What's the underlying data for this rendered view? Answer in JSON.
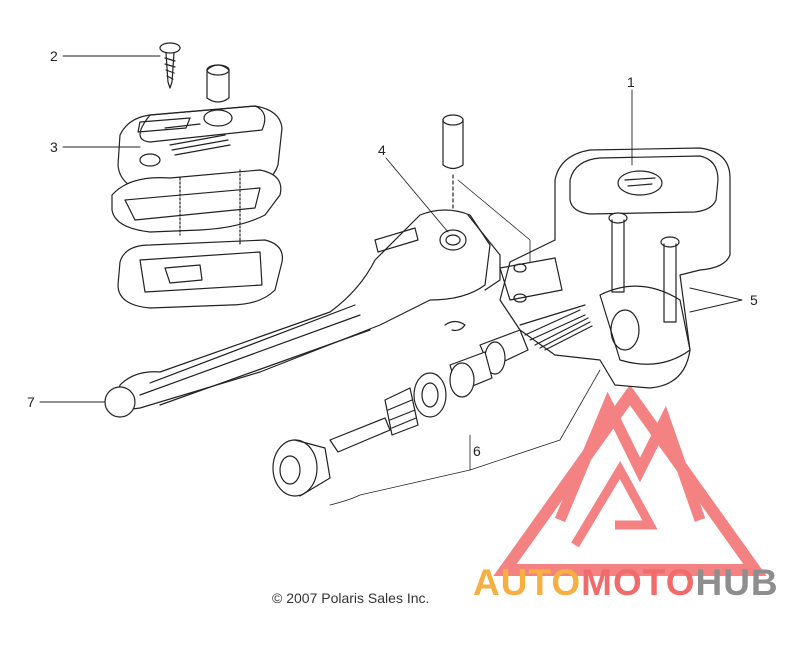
{
  "callouts": [
    "1",
    "2",
    "3",
    "4",
    "5",
    "6",
    "7"
  ],
  "copyright": "© 2007 Polaris Sales Inc.",
  "watermark": {
    "part1": "AUTO",
    "part2": "MOTO",
    "part3": "HUB",
    "colors": {
      "orange": "#f5b041",
      "red": "#f26b6b",
      "gray": "#8e8e8e",
      "triangle": "#f36d6d"
    }
  },
  "line_color": "#222222"
}
